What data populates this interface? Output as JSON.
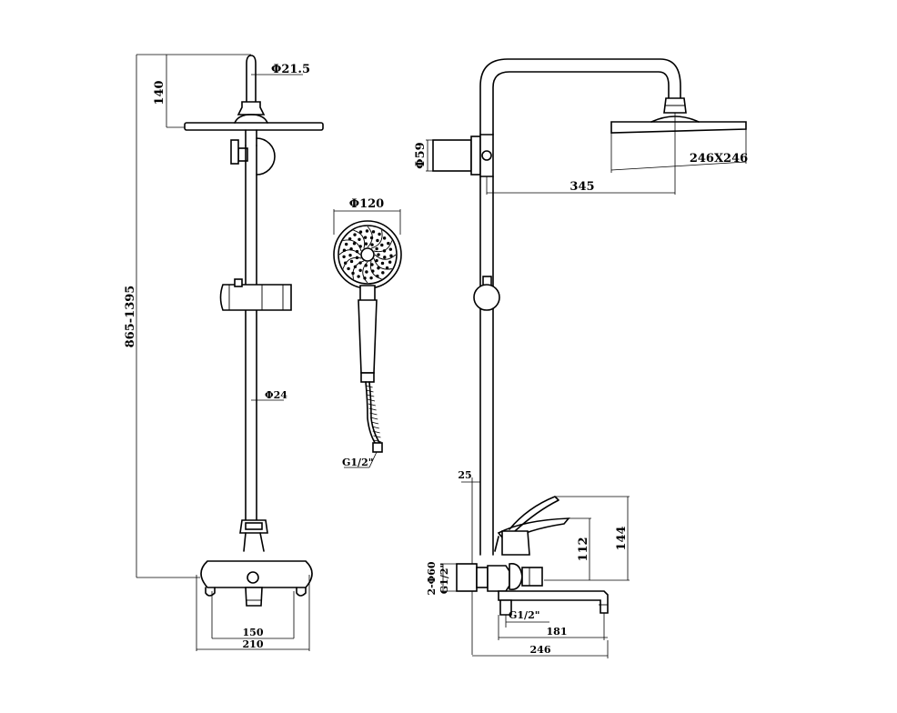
{
  "dimensions": {
    "head_pipe_dia": "Φ21.5",
    "top_height": "140",
    "total_height": "865-1395",
    "rail_dia": "Φ24",
    "handshower_dia": "Φ120",
    "hose_thread": "G1/2\"",
    "spout_width": "150",
    "mixer_width": "210",
    "bracket_dia": "Φ59",
    "arm_reach": "345",
    "head_size": "246X246",
    "wall_gap": "25",
    "lever_height_small": "112",
    "lever_height_large": "144",
    "inlet_label": "2-Φ60",
    "inlet_thread": "G1/2\"",
    "outlet_thread": "G1/2\"",
    "spout_reach": "181",
    "base_depth": "246"
  }
}
